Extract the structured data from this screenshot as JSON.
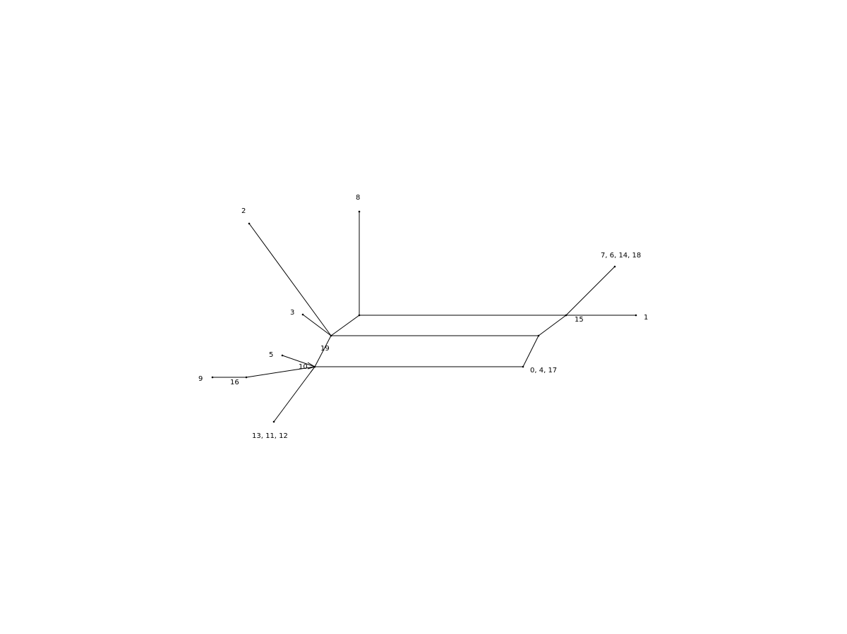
{
  "diagram": {
    "type": "split-network",
    "labels": {
      "node_8": "8",
      "node_2": "2",
      "node_3": "3",
      "node_19": "19",
      "node_7_6_14_18": "7, 6, 14, 18",
      "node_1": "1",
      "node_15": "15",
      "node_5": "5",
      "node_10": "10",
      "node_9": "9",
      "node_16": "16",
      "node_0_4_17": "0, 4, 17",
      "node_13_11_12": "13, 11, 12"
    }
  }
}
